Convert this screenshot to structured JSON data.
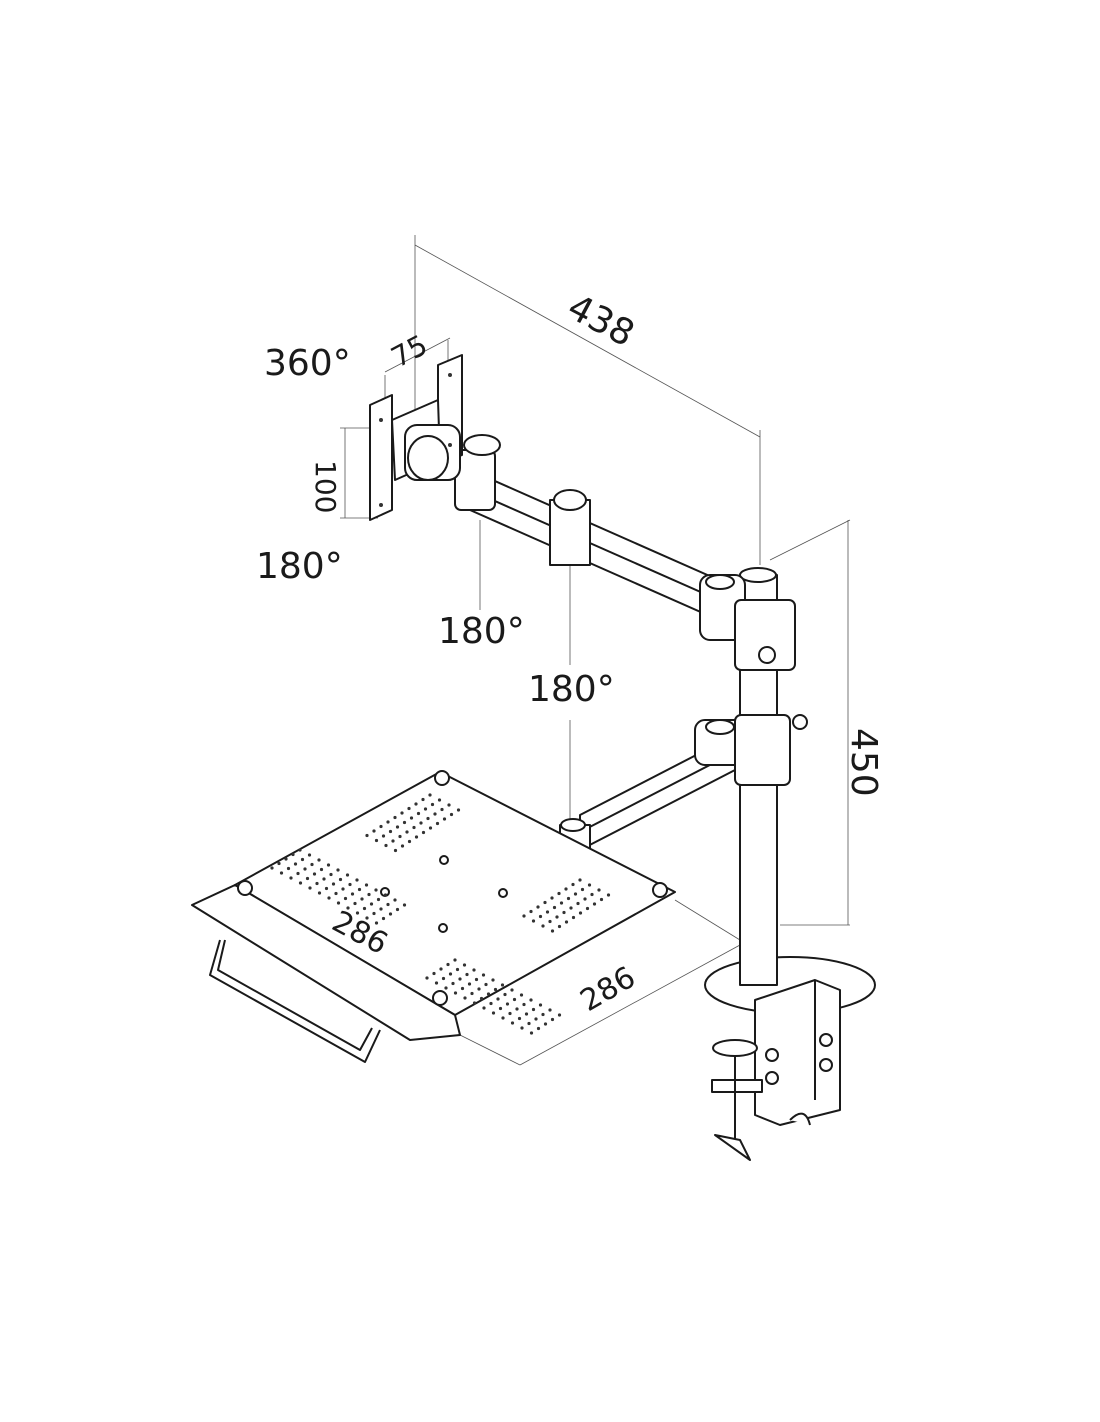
{
  "diagram": {
    "dimensions": {
      "arm_reach": "438",
      "vesa_width": "75",
      "vesa_height": "100",
      "pole_height": "450",
      "tray_depth": "286",
      "tray_width": "286"
    },
    "rotations": {
      "head_rotation": "360°",
      "head_tilt": "180°",
      "upper_joint": "180°",
      "lower_joint": "180°"
    }
  }
}
